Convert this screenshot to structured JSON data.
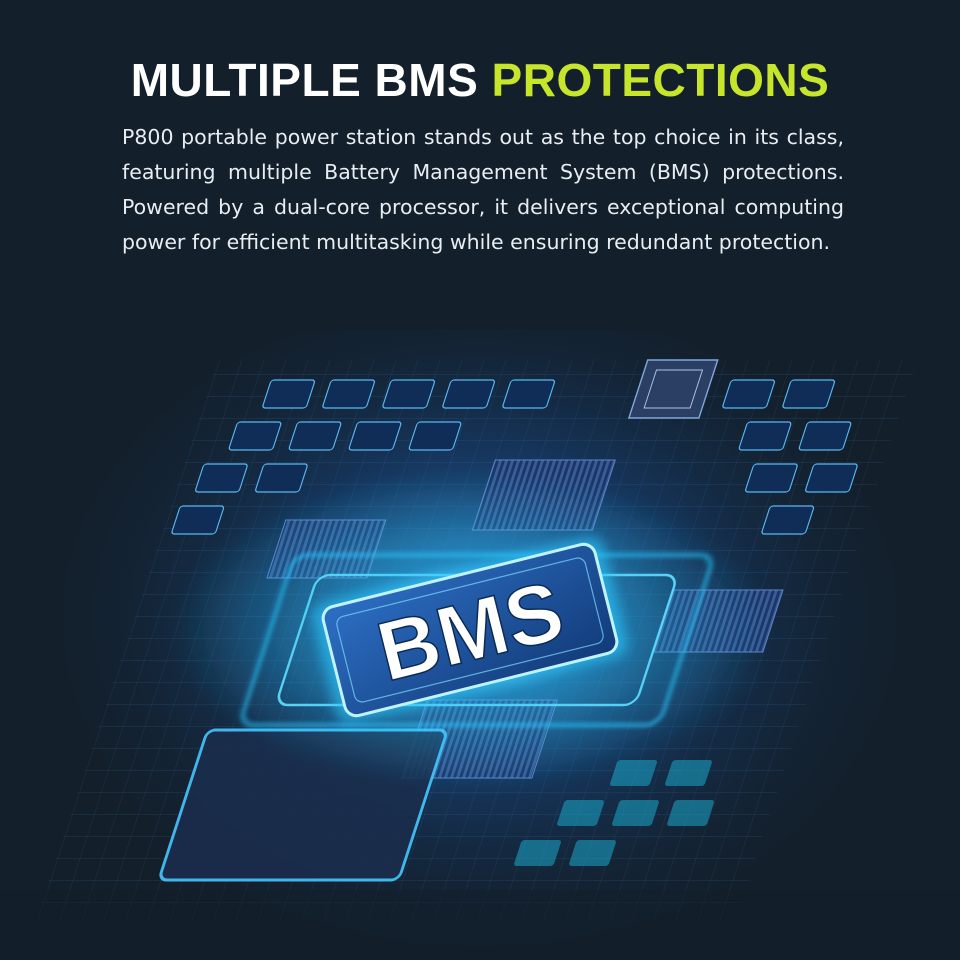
{
  "headline": {
    "part1": "MULTIPLE BMS ",
    "part2": "PROTECTIONS"
  },
  "description": "P800 portable power station stands out as the top choice in its class, featuring multiple Battery Management System (BMS) protections. Powered by a dual-core processor, it delivers exceptional computing power for efficient multitasking while ensuring redundant protection.",
  "chip_label": "BMS",
  "colors": {
    "background": "#131f2b",
    "headline_white": "#ffffff",
    "headline_accent": "#c7e52b",
    "glow": "#29c8ff"
  }
}
